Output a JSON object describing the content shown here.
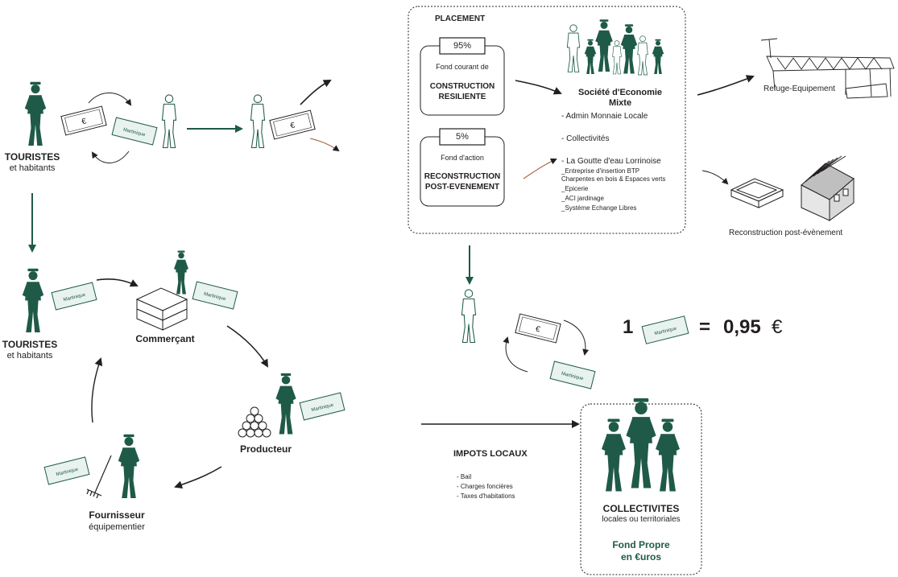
{
  "colors": {
    "figure": "#1f5a48",
    "ink": "#231f20",
    "note_outline": "#1f5a48",
    "muted": "#7a7a7a"
  },
  "currency_note": {
    "euro_symbol": "€",
    "local_label": "Martinique"
  },
  "left_flow": {
    "tourists_top": {
      "title": "TOURISTES",
      "subtitle": "et habitants"
    },
    "tourists_bottom": {
      "title": "TOURISTES",
      "subtitle": "et habitants"
    },
    "merchant": "Commerçant",
    "producer": "Producteur",
    "supplier": {
      "title": "Fournisseur",
      "subtitle": "équipementier"
    }
  },
  "placement": {
    "header": "PLACEMENT",
    "fund1": {
      "percent": "95%",
      "caption": "Fond courant de",
      "title_line1": "CONSTRUCTION",
      "title_line2": "RESILIENTE"
    },
    "fund2": {
      "percent": "5%",
      "caption": "Fond d'action",
      "title_line1": "RECONSTRUCTION",
      "title_line2": "POST-EVENEMENT"
    },
    "sem": {
      "title_line1": "Société d'Economie",
      "title_line2": "Mixte",
      "items": [
        "- Admin Monnaie Locale",
        "- Collectivités",
        "- La Goutte d'eau Lorrinoise"
      ],
      "subitems": [
        "_Entreprise d'insertion BTP",
        "Charpentes en bois & Espaces verts",
        "_Epicerie",
        "_ACI jardinage",
        "_Système Echange Libres"
      ]
    }
  },
  "outputs": {
    "refuge": "Refuge-Equipement",
    "reconstruction": "Reconstruction post-évènement"
  },
  "exchange": {
    "left": "1",
    "equals": "=",
    "value": "0,95",
    "currency": "€"
  },
  "taxes": {
    "title": "IMPOTS LOCAUX",
    "items": [
      "- Bail",
      "- Charges foncières",
      "- Taxes d'habitations"
    ]
  },
  "collectivites": {
    "title": "COLLECTIVITES",
    "subtitle": "locales ou territoriales",
    "fund_line1": "Fond Propre",
    "fund_line2": "en €uros"
  }
}
